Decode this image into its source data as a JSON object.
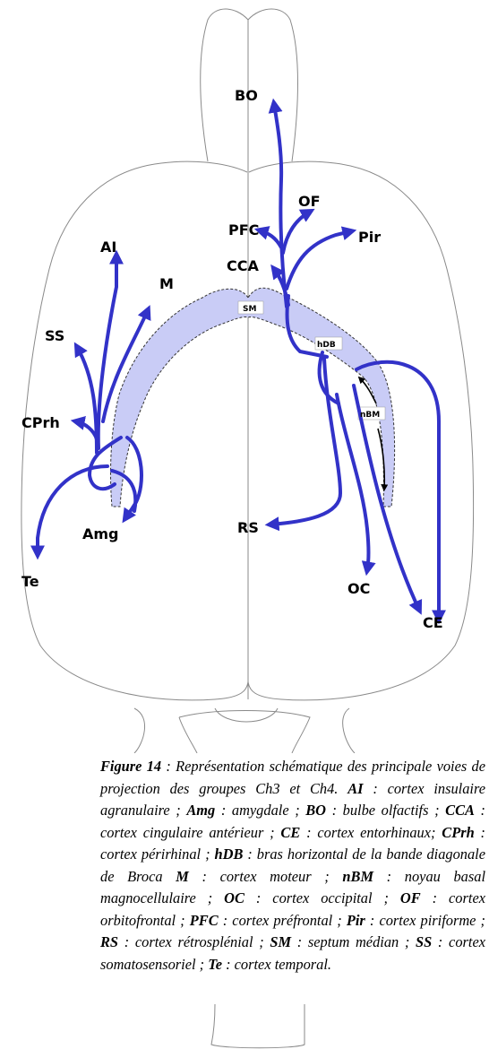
{
  "labels": {
    "BO": "BO",
    "OF": "OF",
    "PFC": "PFC",
    "Pir": "Pir",
    "CCA": "CCA",
    "AI": "AI",
    "M": "M",
    "SS": "SS",
    "SM": "SM",
    "hDB": "hDB",
    "nBM": "nBM",
    "CPrh": "CPrh",
    "Amg": "Amg",
    "RS": "RS",
    "Te": "Te",
    "OC": "OC",
    "CE": "CE"
  },
  "colors": {
    "pathway": "#3232C8",
    "cholinergic_region": "#C9CCF6",
    "outline": "#8A8A8A"
  },
  "caption": {
    "figure_label": "Figure 14",
    "intro": " : Représentation schématique des principale voies de projection des groupes Ch3 et Ch4. ",
    "AI_abbr": "AI",
    "AI_def": " : cortex insulaire agranulaire ; ",
    "Amg_abbr": "Amg",
    "Amg_def": " : amygdale ; ",
    "BO_abbr": "BO",
    "BO_def": " : bulbe olfactifs ; ",
    "CCA_abbr": "CCA",
    "CCA_def": " : cortex cingulaire antérieur ; ",
    "CE_abbr": "CE",
    "CE_def": " : cortex entorhinaux; ",
    "CPrh_abbr": "CPrh",
    "CPrh_def": " : cortex périrhinal ; ",
    "hDB_abbr": "hDB",
    "hDB_def": " : bras horizontal de la bande diagonale de Broca ",
    "M_abbr": "M",
    "M_def": " : cortex moteur ; ",
    "nBM_abbr": "nBM",
    "nBM_def": " : noyau basal magnocellulaire ; ",
    "OC_abbr": "OC",
    "OC_def": " : cortex occipital ; ",
    "OF_abbr": "OF",
    "OF_def": " : cortex orbitofrontal ; ",
    "PFC_abbr": "PFC",
    "PFC_def": " : cortex préfrontal ; ",
    "Pir_abbr": "Pir",
    "Pir_def": " : cortex piriforme ; ",
    "RS_abbr": "RS",
    "RS_def": " : cortex rétrosplénial ; ",
    "SM_abbr": "SM",
    "SM_def": " : septum médian ; ",
    "SS_abbr": "SS",
    "SS_def": " : cortex somatosensoriel ; ",
    "Te_abbr": "Te",
    "Te_def": " : cortex temporal."
  }
}
